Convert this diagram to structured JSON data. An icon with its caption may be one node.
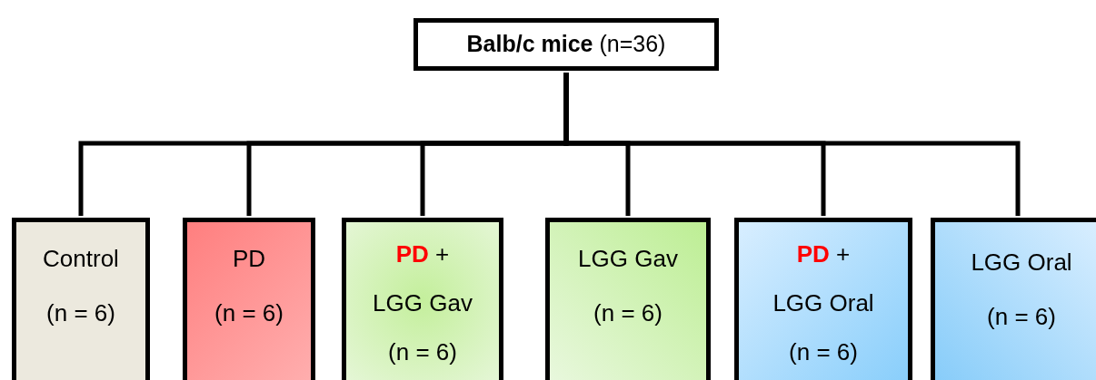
{
  "diagram": {
    "nodes": [
      {
        "text": [
          "**Balb/c mice** (n=36)"
        ]
      },
      {
        "text": [
          "Control",
          "(n = 6)"
        ]
      },
      {
        "text": [
          "PD",
          "(n = 6)"
        ]
      },
      {
        "text": [
          "**PD** +",
          "LGG Gav",
          "(n = 6)"
        ]
      },
      {
        "text": [
          "LGG Gav",
          "(n = 6)"
        ]
      },
      {
        "text": [
          "**PD** +",
          "LGG Oral",
          "(n = 6)"
        ]
      },
      {
        "text": [
          "LGG Oral",
          "(n = 6)"
        ]
      }
    ],
    "edges": [
      {
        "from": 0,
        "to": 1,
        "arrow": "none"
      },
      {
        "from": 0,
        "to": 2,
        "arrow": "none"
      },
      {
        "from": 0,
        "to": 3,
        "arrow": "none"
      },
      {
        "from": 0,
        "to": 4,
        "arrow": "none"
      },
      {
        "from": 0,
        "to": 5,
        "arrow": "none"
      },
      {
        "from": 0,
        "to": 6,
        "arrow": "none"
      }
    ]
  }
}
